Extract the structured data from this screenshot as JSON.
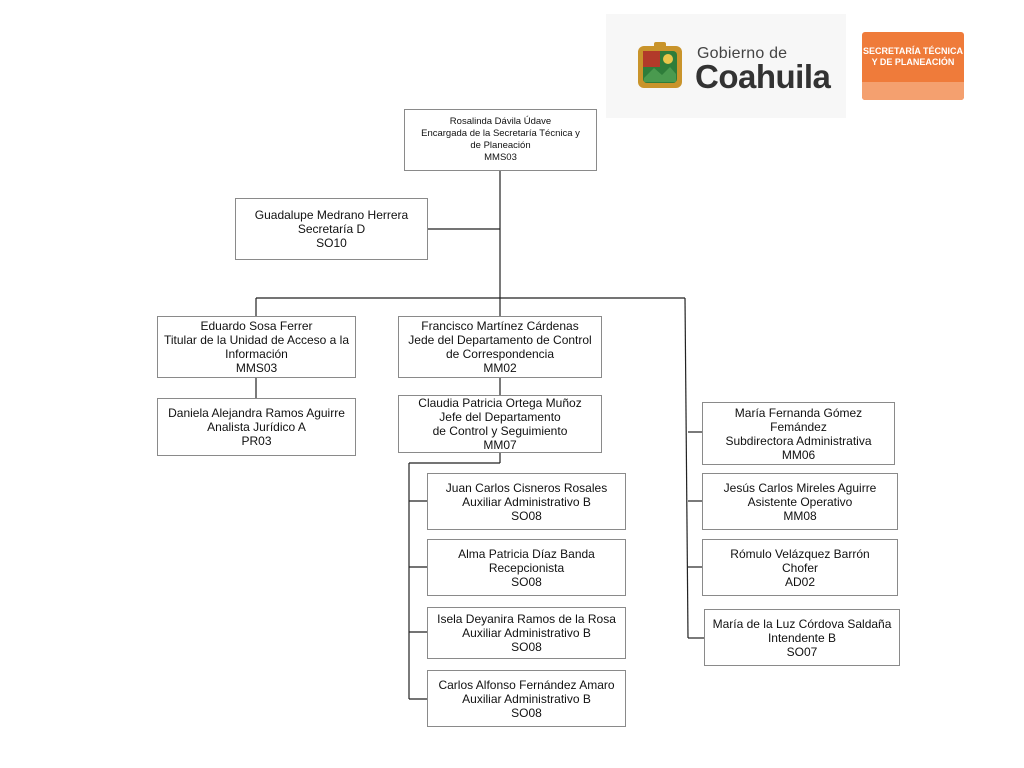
{
  "header": {
    "logo_line1": "Gobierno de",
    "logo_line2": "Coahuila",
    "badge_line1": "SECRETARÍA TÉCNICA",
    "badge_line2": "Y DE PLANEACIÓN"
  },
  "org": {
    "head": [
      "Rosalinda Dávila Údave",
      "Encargada de la Secretaría Técnica y",
      "de Planeación",
      "MMS03"
    ],
    "secretary": [
      "Guadalupe Medrano Herrera",
      "Secretaría D",
      "SO10"
    ],
    "transparency": [
      "Eduardo Sosa Ferrer",
      "Titular de la Unidad de Acceso a la",
      "Información",
      "MMS03"
    ],
    "legal_analyst": [
      "Daniela  Alejandra Ramos Aguirre",
      "Analista Jurídico A",
      "PR03"
    ],
    "correspondence": [
      "Francisco Martínez Cárdenas",
      "Jede del Departamento de Control",
      "de Correspondencia",
      "MM02"
    ],
    "tracking": [
      "Claudia Patricia Ortega Muñoz",
      "Jefe del Departamento",
      "de Control y Seguimiento",
      "MM07"
    ],
    "aux1": [
      "Juan Carlos Cisneros Rosales",
      "Auxiliar Administrativo B",
      "SO08"
    ],
    "reception": [
      "Alma Patricia Díaz Banda",
      "Recepcionista",
      "SO08"
    ],
    "aux2": [
      "Isela Deyanira Ramos de la Rosa",
      "Auxiliar Administrativo B",
      "SO08"
    ],
    "aux3": [
      "Carlos Alfonso Fernández Amaro",
      "Auxiliar Administrativo B",
      "SO08"
    ],
    "admin": [
      "María Fernanda Gómez",
      "Femández",
      "Subdirectora Administrativa",
      "MM06"
    ],
    "operative": [
      "Jesús Carlos Mireles Aguirre",
      "Asistente Operativo",
      "MM08"
    ],
    "driver": [
      "Rómulo Velázquez  Barrón",
      "Chofer",
      "AD02"
    ],
    "janitor": [
      "María de la Luz  Córdova Saldaña",
      "Intendente B",
      "SO07"
    ]
  },
  "colors": {
    "badge": "#ef7b3a",
    "line": "#222222",
    "box_border": "#8a8a8a"
  }
}
